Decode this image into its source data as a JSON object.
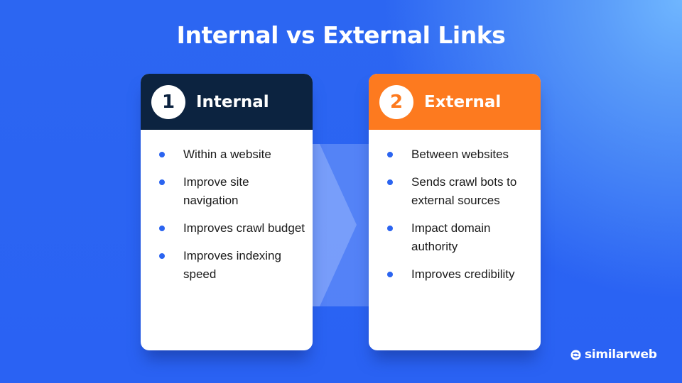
{
  "title": "Internal vs External Links",
  "colors": {
    "background": "#2a62f3",
    "internal_header": "#0c2340",
    "external_header": "#fd7a1f",
    "bullet": "#2b64f0"
  },
  "cards": [
    {
      "number": "1",
      "title": "Internal",
      "points": [
        "Within a website",
        "Improve site navigation",
        "Improves crawl budget",
        "Improves indexing speed"
      ]
    },
    {
      "number": "2",
      "title": "External",
      "points": [
        "Between websites",
        "Sends crawl bots to external sources",
        "Impact domain authority",
        "Improves credibility"
      ]
    }
  ],
  "connector": {
    "icon": "chevron-right-icon"
  },
  "brand": {
    "name": "similarweb",
    "icon": "similarweb-logo-icon"
  }
}
